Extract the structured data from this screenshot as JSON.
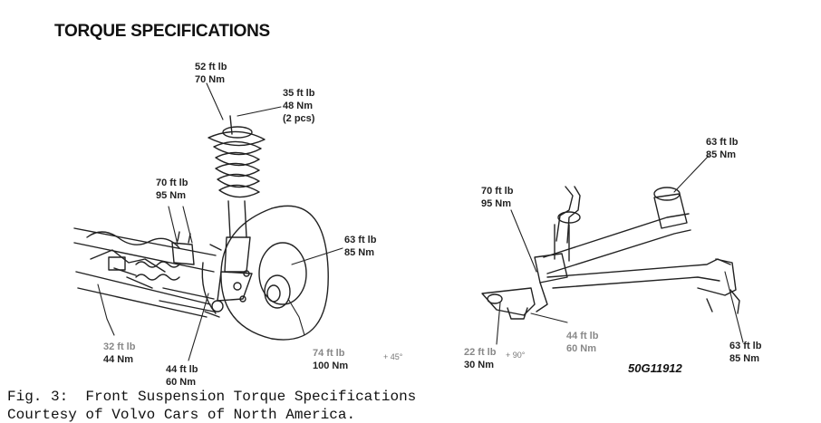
{
  "title": "TORQUE SPECIFICATIONS",
  "figure_id": "50G11912",
  "caption": {
    "line1": "Fig. 3:  Front Suspension Torque Specifications",
    "line2": "Courtesy of Volvo Cars of North America."
  },
  "callouts": {
    "strut_top": {
      "ftlb": "52 ft lb",
      "nm": "70 Nm"
    },
    "strut_mount": {
      "ftlb": "35 ft lb",
      "nm": "48 Nm",
      "note": "(2 pcs)"
    },
    "subframe": {
      "ftlb": "70 ft lb",
      "nm": "95 Nm"
    },
    "hub": {
      "ftlb": "63 ft lb",
      "nm": "85 Nm"
    },
    "tie_rod": {
      "ftlb": "32 ft lb",
      "nm": "44 Nm"
    },
    "knuckle": {
      "ftlb": "44 ft lb",
      "nm": "60 Nm"
    },
    "axle_nut": {
      "ftlb": "74 ft lb",
      "nm": "100 Nm",
      "angle": "+ 45°"
    },
    "arm_pivot": {
      "ftlb": "70 ft lb",
      "nm": "95 Nm"
    },
    "stabilizer_top": {
      "ftlb": "63 ft lb",
      "nm": "85 Nm"
    },
    "ball_joint": {
      "ftlb": "44 ft lb",
      "nm": "60 Nm"
    },
    "arm_bushing": {
      "ftlb": "22 ft lb",
      "nm": "30 Nm",
      "angle": "+ 90°"
    },
    "rear_bushing": {
      "ftlb": "63 ft lb",
      "nm": "85 Nm"
    }
  }
}
